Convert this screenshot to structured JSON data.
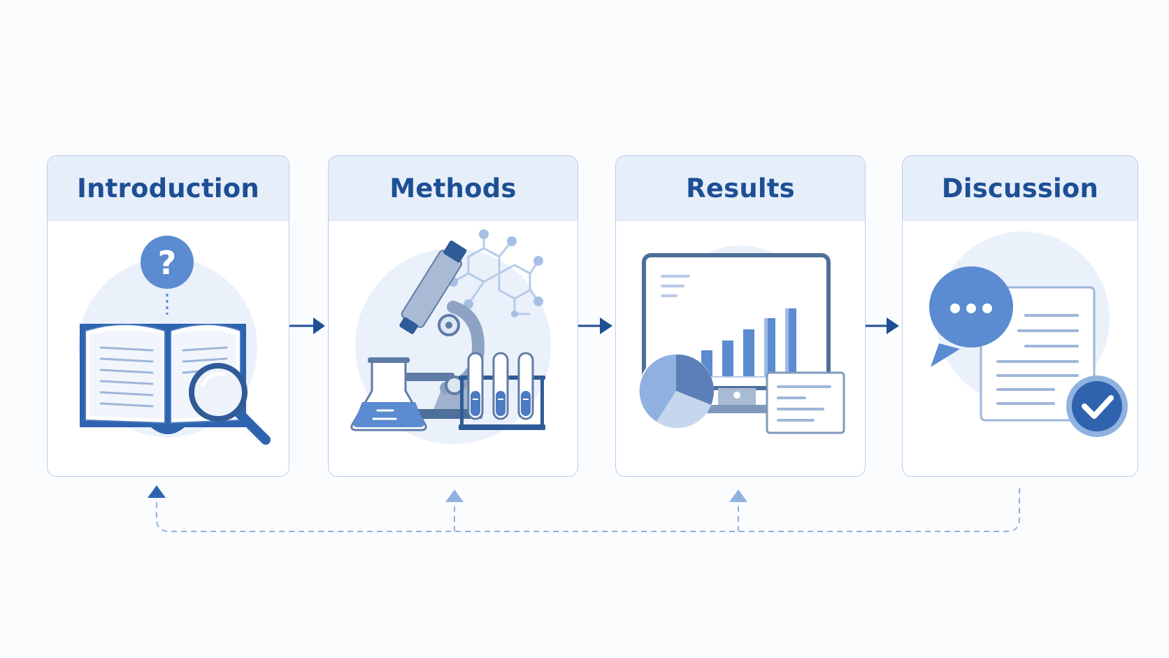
{
  "stages": [
    {
      "id": "introduction",
      "title": "Introduction",
      "icon": "book-question-magnifier-icon"
    },
    {
      "id": "methods",
      "title": "Methods",
      "icon": "microscope-lab-icon"
    },
    {
      "id": "results",
      "title": "Results",
      "icon": "monitor-charts-icon"
    },
    {
      "id": "discussion",
      "title": "Discussion",
      "icon": "speech-document-check-icon"
    }
  ],
  "colors": {
    "accent": "#1d4f94",
    "icon_blue": "#5b8bd0",
    "header_bg": "#e6eefa",
    "card_border": "#b9cdea",
    "feedback_line": "#8fb2e0"
  }
}
